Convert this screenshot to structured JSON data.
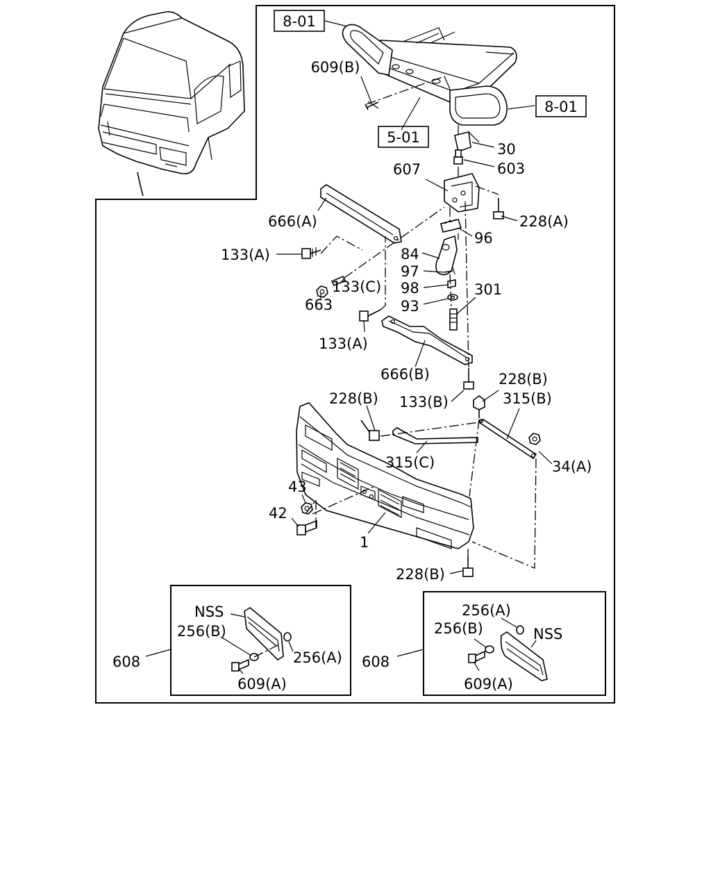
{
  "labels": {
    "ref_8_01_top": "8-01",
    "ref_8_01_right": "8-01",
    "ref_5_01": "5-01",
    "p609b": "609(B)",
    "p30": "30",
    "p603": "603",
    "p607": "607",
    "p228a": "228(A)",
    "p666a": "666(A)",
    "p96": "96",
    "p133a_top": "133(A)",
    "p84": "84",
    "p97": "97",
    "p98": "98",
    "p133c": "133(C)",
    "p301": "301",
    "p663": "663",
    "p93": "93",
    "p133a_bottom": "133(A)",
    "p666b": "666(B)",
    "p228b_upper_right": "228(B)",
    "p228b_left": "228(B)",
    "p133b": "133(B)",
    "p315b": "315(B)",
    "p315c": "315(C)",
    "p34a": "34(A)",
    "p43": "43",
    "p42": "42",
    "p1": "1",
    "p228b_bottom": "228(B)",
    "inset_left": {
      "nss": "NSS",
      "p256b": "256(B)",
      "p256a": "256(A)",
      "p608": "608",
      "p609a": "609(A)"
    },
    "inset_right": {
      "p256a": "256(A)",
      "p256b": "256(B)",
      "nss": "NSS",
      "p608": "608",
      "p609a": "609(A)"
    }
  }
}
